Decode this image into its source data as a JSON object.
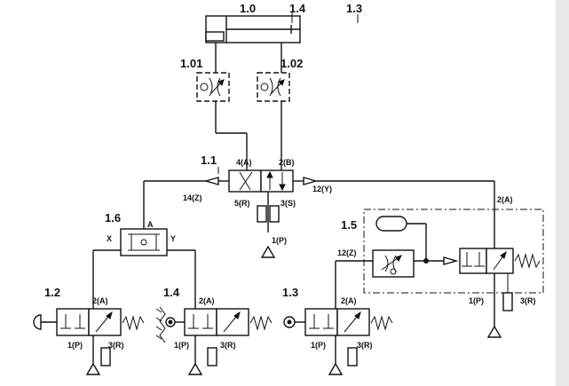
{
  "components": {
    "cylinder": "1.0",
    "rod_sensor": "1.4",
    "rod_sensor_end": "1.3",
    "flow_valve_left": "1.01",
    "flow_valve_right": "1.02",
    "main_valve": "1.1",
    "shuttle_valve": "1.6",
    "timer_module": "1.5",
    "start_valve": "1.2",
    "limit_valve_a": "1.4",
    "limit_valve_b": "1.3"
  },
  "ports": {
    "main_a": "4(A)",
    "main_b": "2(B)",
    "main_z": "14(Z)",
    "main_y": "12(Y)",
    "main_r": "5(R)",
    "main_s": "3(S)",
    "main_p": "1(P)",
    "shuttle_a": "A",
    "shuttle_x": "X",
    "shuttle_y": "Y",
    "timer_z": "12(Z)",
    "timer_a": "2(A)",
    "timer_p": "1(P)",
    "timer_r": "3(R)",
    "v12_a": "2(A)",
    "v12_p": "1(P)",
    "v12_r": "3(R)",
    "v14_a": "2(A)",
    "v14_p": "1(P)",
    "v14_r": "3(R)",
    "v13_a": "2(A)",
    "v13_p": "1(P)",
    "v13_r": "3(R)"
  }
}
